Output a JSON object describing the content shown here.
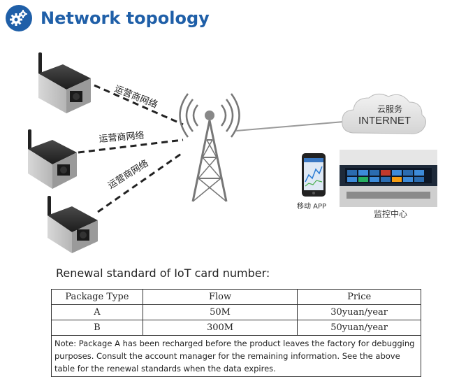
{
  "header": {
    "title": "Network topology",
    "icon": "gears-icon",
    "accent_color": "#1f5fa8"
  },
  "diagram": {
    "link_labels": [
      "运营商网络",
      "运营商网络",
      "运营商网络"
    ],
    "cloud": {
      "label_top": "云服务",
      "label_main": "INTERNET"
    },
    "mobile_app_label": "移动 APP",
    "monitor_center_label": "监控中心"
  },
  "renewal_heading": "Renewal standard of IoT card number:",
  "table": {
    "headers": [
      "Package Type",
      "Flow",
      "Price"
    ],
    "rows": [
      [
        "A",
        "50M",
        "30yuan/year"
      ],
      [
        "B",
        "300M",
        "50yuan/year"
      ]
    ],
    "note": "Note: Package A has been recharged before the product leaves the factory for debugging purposes. Consult the account manager for the remaining information. See the above table for the renewal standards when the data expires."
  }
}
